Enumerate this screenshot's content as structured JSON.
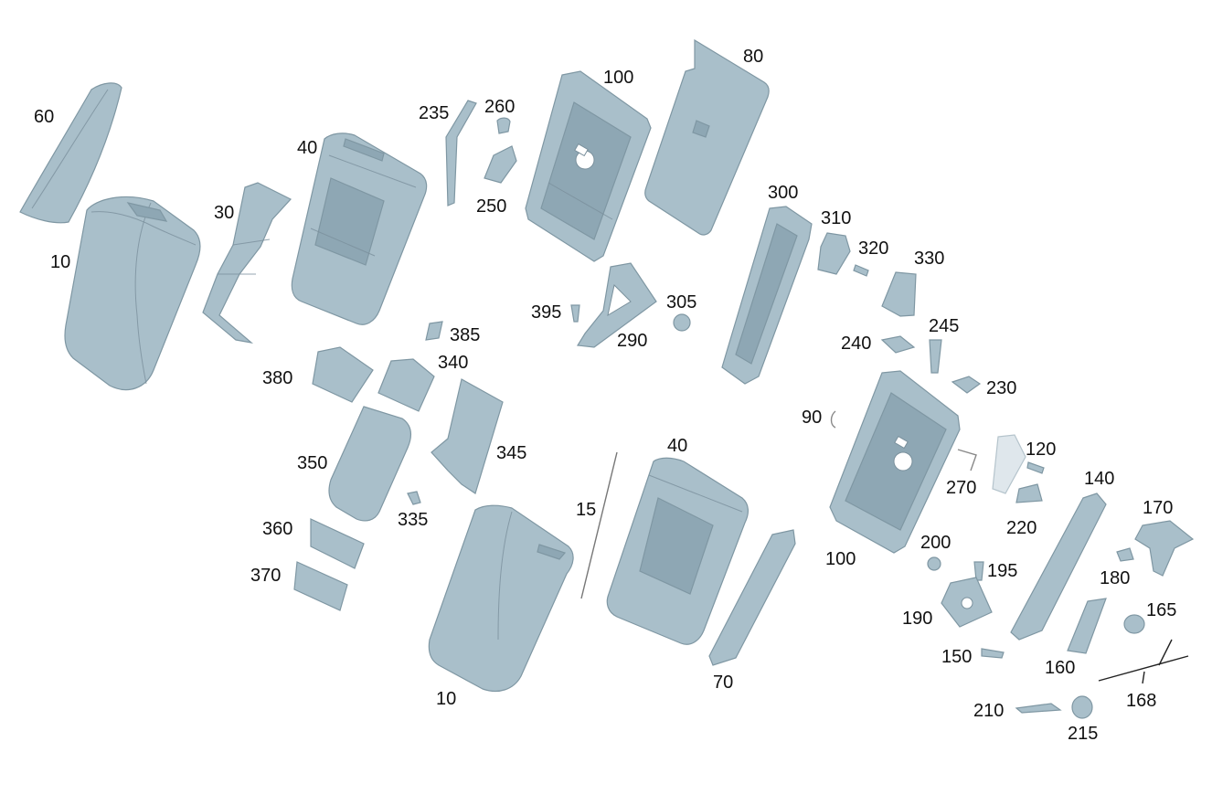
{
  "labels": {
    "p60": "60",
    "p10a": "10",
    "p30": "30",
    "p40a": "40",
    "p235": "235",
    "p260": "260",
    "p250": "250",
    "p100a": "100",
    "p80": "80",
    "p300": "300",
    "p310": "310",
    "p320": "320",
    "p330": "330",
    "p395": "395",
    "p305": "305",
    "p290": "290",
    "p385": "385",
    "p380": "380",
    "p340": "340",
    "p345": "345",
    "p350": "350",
    "p335": "335",
    "p360": "360",
    "p370": "370",
    "p15": "15",
    "p40b": "40",
    "p10b": "10",
    "p70": "70",
    "p240": "240",
    "p245": "245",
    "p230": "230",
    "p90": "90",
    "p120": "120",
    "p270": "270",
    "p220": "220",
    "p140": "140",
    "p170": "170",
    "p100b": "100",
    "p200": "200",
    "p195": "195",
    "p180": "180",
    "p190": "190",
    "p165": "165",
    "p150": "150",
    "p160": "160",
    "p168": "168",
    "p210": "210",
    "p215": "215"
  }
}
